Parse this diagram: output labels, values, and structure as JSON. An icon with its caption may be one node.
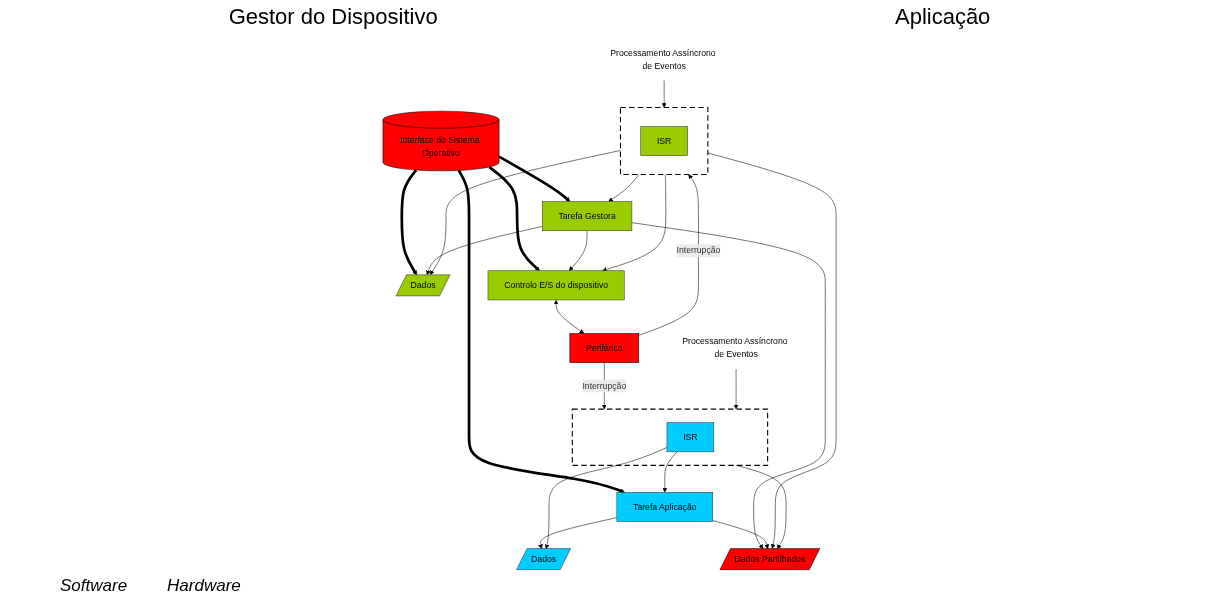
{
  "diagram": {
    "nodes": [
      {
        "text": [
          "Dados"
        ]
      },
      {
        "text": [
          "Tarefa Gestora"
        ]
      },
      {
        "text": [
          "Interface do Sistema Operativo"
        ]
      },
      {
        "text": [
          "Tarefa Aplicação"
        ]
      },
      {
        "text": [
          "Dados"
        ]
      },
      {
        "text": [
          "Processamento Assíncrono de Eventos"
        ]
      },
      {
        "text": [
          "Processamento Assíncrono de Eventos"
        ]
      },
      {
        "text": [],
        "shape": "box"
      },
      {
        "text": [
          "ISR"
        ],
        "in": 7
      },
      {
        "text": [
          "Dados Partilhados"
        ]
      },
      {
        "text": [],
        "shape": "box"
      },
      {
        "text": [
          "ISR"
        ],
        "in": 10
      },
      {
        "text": [
          "Controlo E/S do dispositivo"
        ]
      },
      {
        "text": [
          "Periférico"
        ]
      }
    ],
    "edges": [
      {
        "from": 2,
        "to": 0,
        "arrow": "to",
        "style": "thick"
      },
      {
        "from": 2,
        "to": 1,
        "arrow": "to",
        "style": "thick"
      },
      {
        "from": 2,
        "to": 12,
        "arrow": "to",
        "style": "thick"
      },
      {
        "from": 2,
        "to": 3,
        "arrow": "to",
        "style": "thick"
      },
      {
        "from": 1,
        "to": 0,
        "arrow": "to"
      },
      {
        "from": 7,
        "to": 0,
        "arrow": "to"
      },
      {
        "from": 7,
        "to": 1,
        "arrow": "to"
      },
      {
        "from": 1,
        "to": 12,
        "arrow": "to"
      },
      {
        "from": 1,
        "to": 9,
        "arrow": "to"
      },
      {
        "from": 7,
        "to": 9,
        "arrow": "to"
      },
      {
        "from": 7,
        "to": 12,
        "arrow": "to"
      },
      {
        "from": 3,
        "to": 4,
        "arrow": "to"
      },
      {
        "from": 3,
        "to": 9,
        "arrow": "to"
      },
      {
        "from": 10,
        "to": 9,
        "arrow": "to"
      },
      {
        "from": 11,
        "to": 3,
        "arrow": "to"
      },
      {
        "from": 11,
        "to": 4,
        "arrow": "to"
      },
      {
        "from": 12,
        "to": 13,
        "arrow": "both"
      },
      {
        "from": 13,
        "to": 7,
        "arrow": "to",
        "label": "Interrupção"
      },
      {
        "from": 13,
        "to": 10,
        "arrow": "to",
        "label": "Interrupção"
      },
      {
        "from": 5,
        "to": 7,
        "arrow": "to"
      },
      {
        "from": 6,
        "to": 10,
        "arrow": "to"
      }
    ],
    "labels": [
      "Gestor do Dispositivo",
      "Aplicação",
      "Software",
      "Hardware"
    ]
  }
}
